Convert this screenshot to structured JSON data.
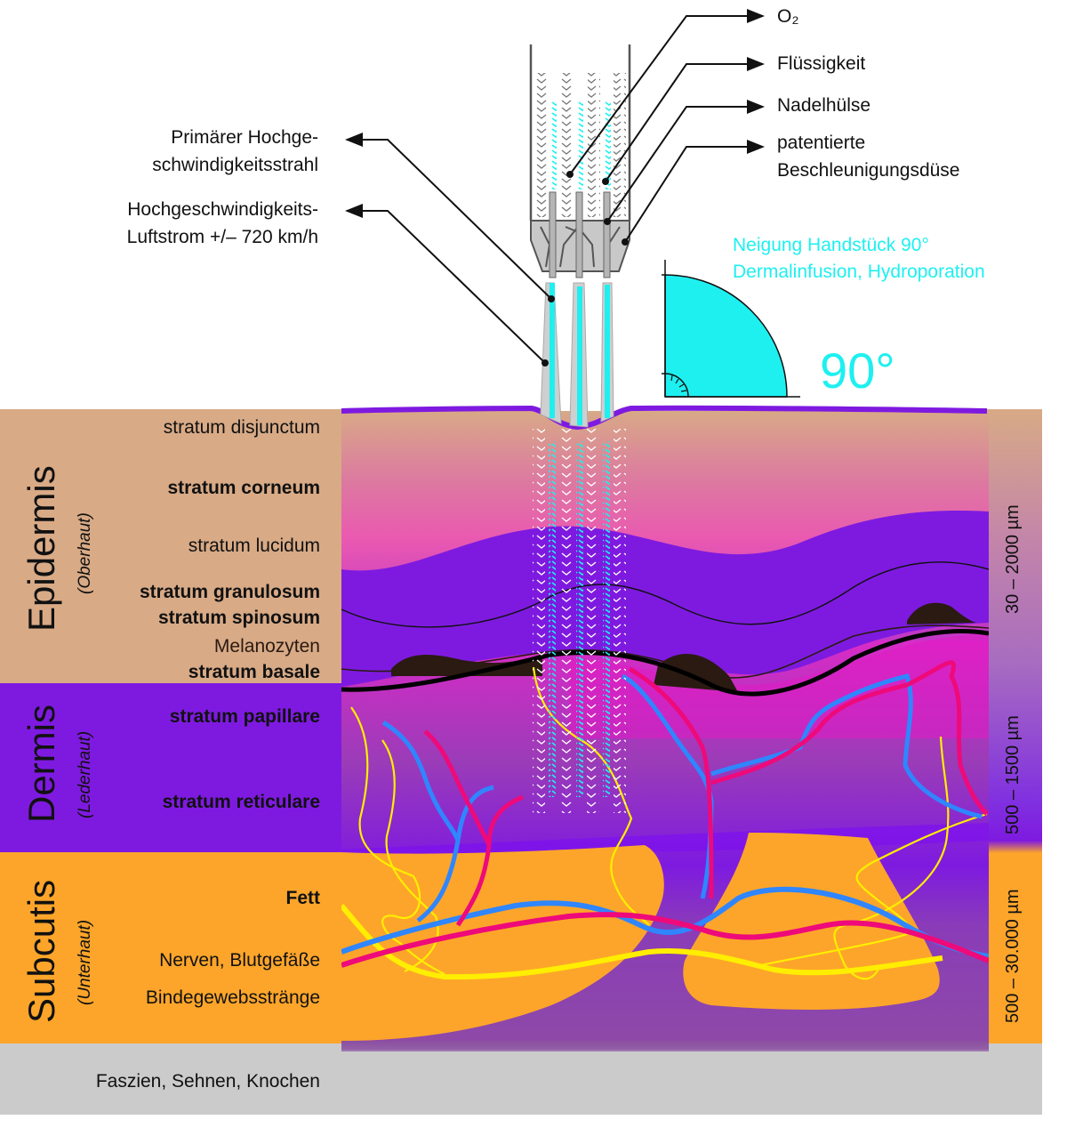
{
  "handpiece_callouts": {
    "o2": "O₂",
    "liquid": "Flüssigkeit",
    "needle_sleeve": "Nadelhülse",
    "nozzle_line1": "patentierte",
    "nozzle_line2": "Beschleunigungsdüse",
    "primary_jet_line1": "Primärer Hochge-",
    "primary_jet_line2": "schwindigkeitsstrahl",
    "airflow_line1": "Hochgeschwindigkeits-",
    "airflow_line2": "Luftstrom +/– 720 km/h"
  },
  "angle_info": {
    "line1": "Neigung Handstück 90°",
    "line2": "Dermalinfusion, Hydroporation",
    "angle_value": "90°"
  },
  "layers": {
    "epidermis": {
      "title": "Epidermis",
      "subtitle": "(Oberhaut)",
      "thickness": "30 – 2000 µm",
      "strata": [
        {
          "label": "stratum disjunctum",
          "bold": false
        },
        {
          "label": "stratum corneum",
          "bold": true
        },
        {
          "label": "stratum lucidum",
          "bold": false
        },
        {
          "label": "stratum granulosum",
          "bold": true
        },
        {
          "label": "stratum spinosum",
          "bold": true
        },
        {
          "label": "Melanozyten",
          "bold": false
        },
        {
          "label": "stratum basale",
          "bold": true
        }
      ]
    },
    "dermis": {
      "title": "Dermis",
      "subtitle": "(Lederhaut)",
      "thickness": "500 – 1500 µm",
      "strata": [
        {
          "label": "stratum papillare",
          "bold": true
        },
        {
          "label": "stratum reticulare",
          "bold": true
        }
      ]
    },
    "subcutis": {
      "title": "Subcutis",
      "subtitle": "(Unterhaut)",
      "thickness": "500 – 30.000 µm",
      "strata": [
        {
          "label": "Fett",
          "bold": true
        },
        {
          "label": "Nerven, Blutgefäße",
          "bold": false
        },
        {
          "label": "Bindegewebsstränge",
          "bold": false
        }
      ]
    },
    "base": {
      "label": "Faszien, Sehnen, Knochen"
    }
  },
  "colors": {
    "epidermis_bg": "#d8aa86",
    "dermis_bg": "#7e1ae0",
    "subcutis_bg": "#fda52a",
    "base_bg": "#cbcbcb",
    "cyan": "#1ef0f0",
    "nerve_yellow": "#ffee00",
    "vein_blue": "#2f86ff",
    "artery_magenta": "#ee0a7a",
    "melanocyte_brown": "#2a1a12"
  }
}
